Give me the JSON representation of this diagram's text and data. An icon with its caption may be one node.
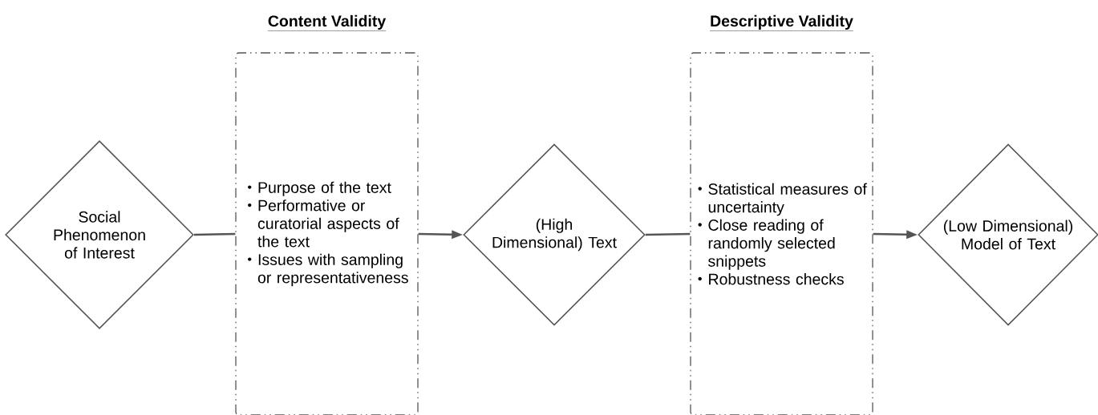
{
  "diagram": {
    "nodes": [
      {
        "text": [
          "Social Phenomenon of Interest"
        ]
      },
      {
        "text": [
          "Content Validity",
          "Purpose of the text",
          "Performative or curatorial aspects of the text",
          "Issues with sampling or representativeness"
        ]
      },
      {
        "text": [
          "(High Dimensional) Text"
        ]
      },
      {
        "text": [
          "Descriptive Validity",
          "Statistical measures of uncertainty",
          "Close reading of randomly selected snippets",
          "Robustness checks"
        ]
      },
      {
        "text": [
          "(Low Dimensional) Model of Text"
        ]
      }
    ],
    "edges": [
      {
        "from": 0,
        "to": 1,
        "arrow": "none"
      },
      {
        "from": 1,
        "to": 2,
        "arrow": "to"
      },
      {
        "from": 2,
        "to": 3,
        "arrow": "none"
      },
      {
        "from": 3,
        "to": 4,
        "arrow": "to"
      }
    ]
  }
}
